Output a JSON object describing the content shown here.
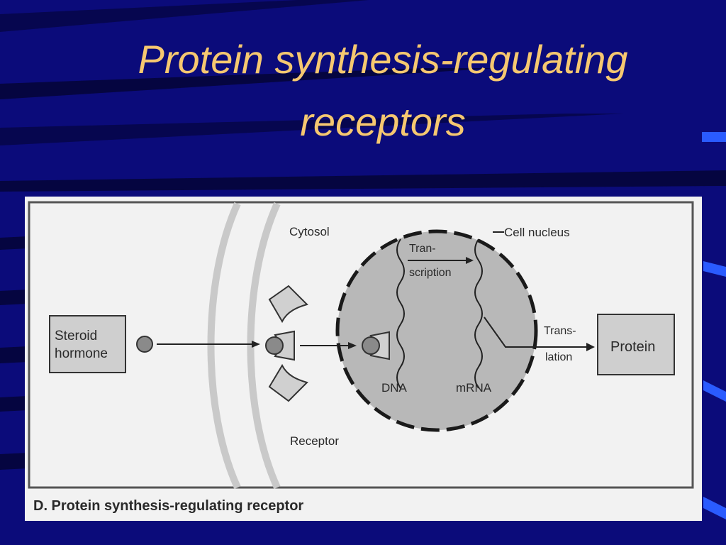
{
  "slide": {
    "title_line1": "Protein synthesis-regulating",
    "title_line2": "receptors"
  },
  "figure": {
    "caption": "D. Protein synthesis-regulating receptor",
    "labels": {
      "steroid_hormone_line1": "Steroid",
      "steroid_hormone_line2": "hormone",
      "cytosol": "Cytosol",
      "cell_nucleus": "Cell nucleus",
      "transcription_line1": "Tran-",
      "transcription_line2": "scription",
      "translation_line1": "Trans-",
      "translation_line2": "lation",
      "protein": "Protein",
      "dna": "DNA",
      "mrna": "mRNA",
      "receptor": "Receptor"
    }
  },
  "colors": {
    "background": "#0b0b7a",
    "title": "#f6c870",
    "figure_bg": "#f2f2f2",
    "nucleus_fill": "#b8b8b8"
  }
}
